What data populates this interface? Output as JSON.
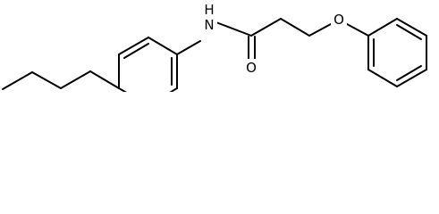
{
  "molecule": {
    "atom_labels": {
      "amide_nitrogen": "N",
      "amide_hydrogen": "H",
      "carbonyl_oxygen": "O",
      "ether_oxygen": "O"
    },
    "colors": {
      "bond": "#000000",
      "label": "#000000",
      "background": "#ffffff"
    }
  }
}
